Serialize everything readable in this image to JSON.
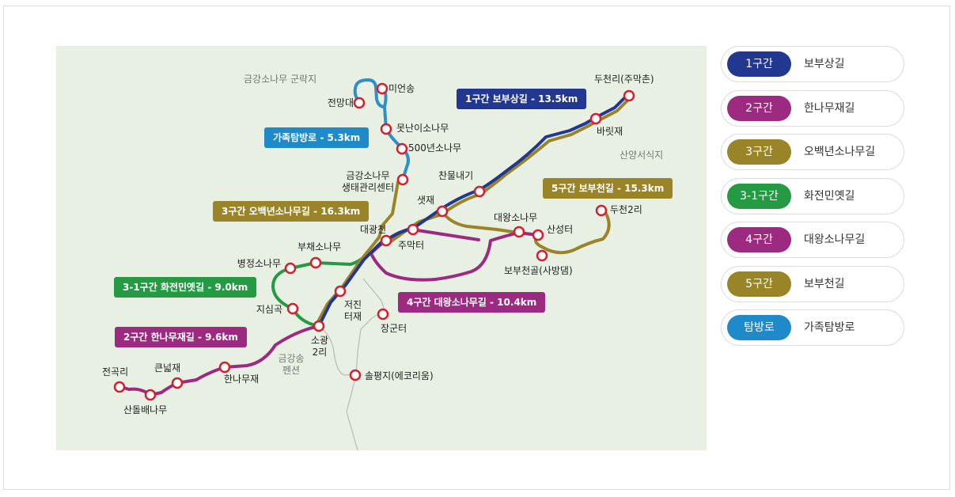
{
  "colors": {
    "course1": "#22378f",
    "course2": "#9c2a80",
    "course3": "#9a8428",
    "course31": "#249a43",
    "course4": "#9c2a80",
    "course5": "#9a8428",
    "family": "#2f8fc8",
    "family_badge": "#1f8ac9",
    "station": "#d4202c",
    "river": "#bbbbbb",
    "map_bg": "#e7f0e2"
  },
  "map": {
    "areas": {
      "geumgang_grove": "금강소나무 군락지",
      "sanyang": "산양서식지",
      "pension": "금강송\n펜션"
    },
    "badges": {
      "course1": "1구간 보부상길 - 13.5km",
      "family": "가족탐방로 - 5.3km",
      "course3": "3구간 오백년소나무길 - 16.3km",
      "course5": "5구간 보부천길 - 15.3km",
      "course31": "3-1구간 화전민옛길 - 9.0km",
      "course4": "4구간 대왕소나무길 - 10.4km",
      "course2": "2구간 한나무재길 - 9.6km"
    },
    "places": {
      "duncheonri": "두천리(주막촌)",
      "barutjae": "바릿재",
      "mieonsong": "미언송",
      "jeonmangdae": "전망대",
      "motnani": "못난이소나무",
      "pine500": "500년소나무",
      "ecocenter": "금강소나무\n생태관리센터",
      "chanmul": "찬물내기",
      "saetjae": "샛재",
      "daegwangcheon": "대광천",
      "jumakteo": "주막터",
      "daewang": "대왕소나무",
      "sanseongteo": "산성터",
      "duncheon2": "두천2리",
      "bobucheongol": "보부천골(사방댐)",
      "buchae": "부채소나무",
      "byeongjeong": "병정소나무",
      "jisimgok": "지심곡",
      "jeojin": "저진\n터재",
      "janggunteo": "장군터",
      "sogwang": "소광\n2리",
      "solpyeongji": "솔평지(에코리움)",
      "hannamujae": "한나무재",
      "keunneopjae": "큰넓재",
      "jeongokri": "전곡리",
      "sandolbae": "산돌배나무"
    }
  },
  "legend": [
    {
      "code": "1구간",
      "name": "보부상길",
      "color": "#22378f"
    },
    {
      "code": "2구간",
      "name": "한나무재길",
      "color": "#9c2a80"
    },
    {
      "code": "3구간",
      "name": "오백년소나무길",
      "color": "#9a8428"
    },
    {
      "code": "3-1구간",
      "name": "화전민옛길",
      "color": "#249a43"
    },
    {
      "code": "4구간",
      "name": "대왕소나무길",
      "color": "#9c2a80"
    },
    {
      "code": "5구간",
      "name": "보부천길",
      "color": "#9a8428"
    },
    {
      "code": "탐방로",
      "name": "가족탐방로",
      "color": "#1f8ac9"
    }
  ]
}
